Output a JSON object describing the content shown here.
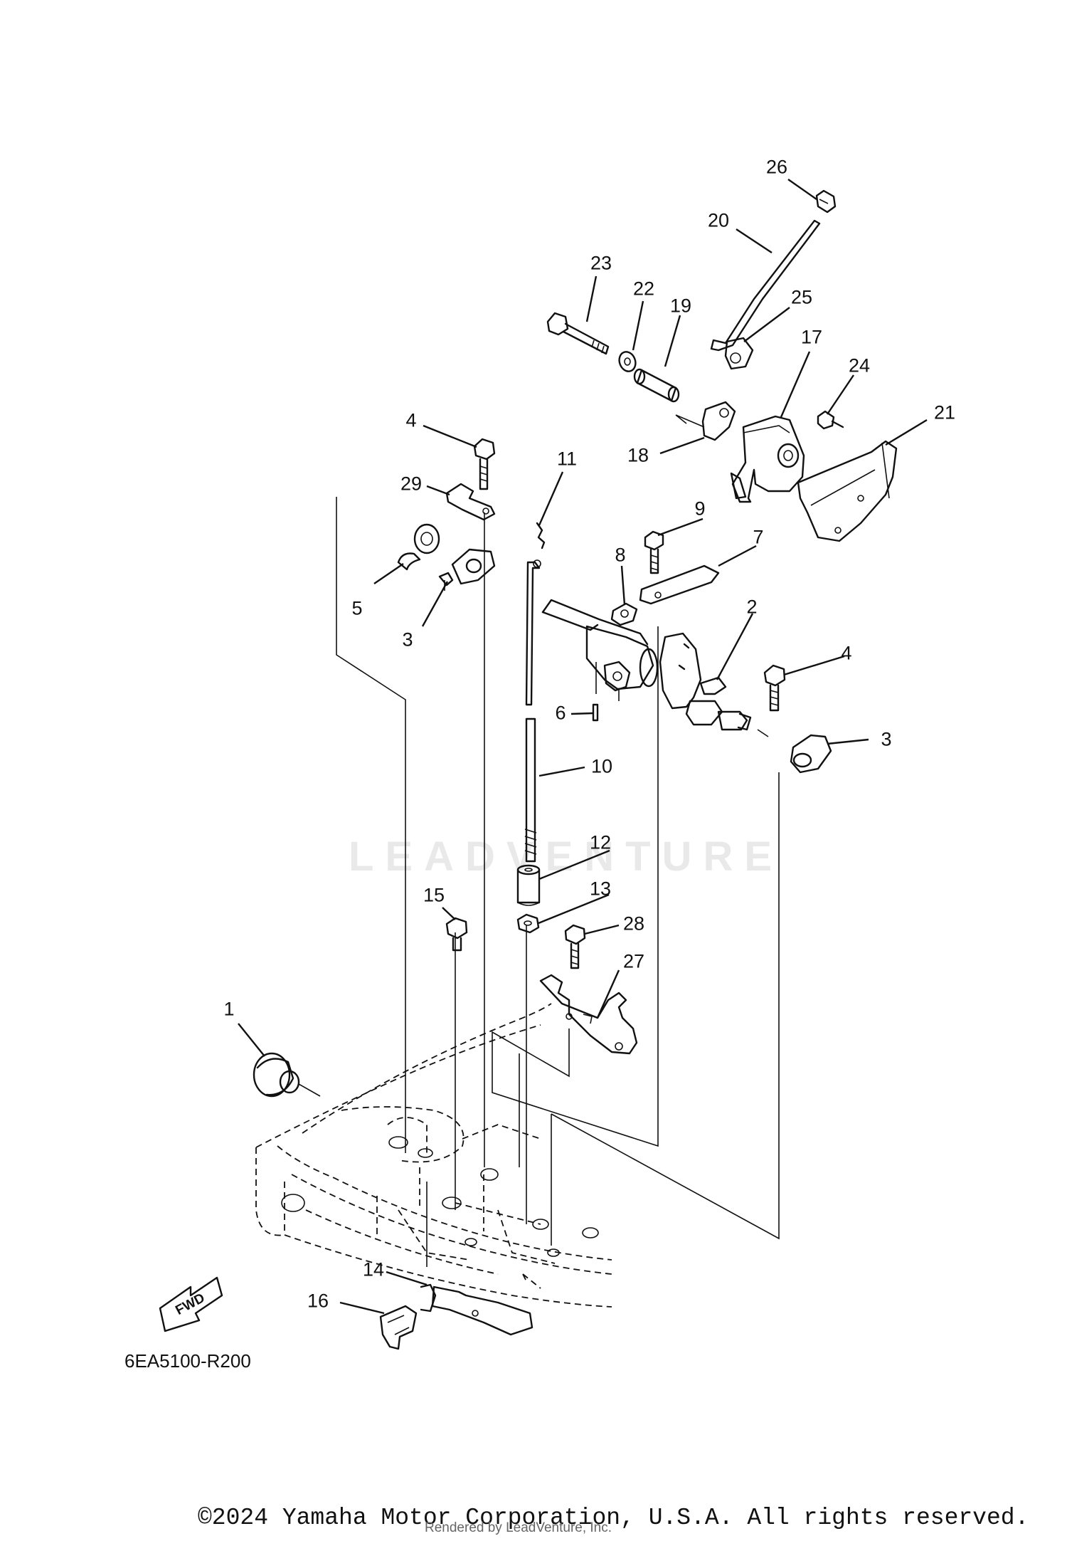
{
  "callouts": [
    {
      "id": "1",
      "label": "1"
    },
    {
      "id": "2",
      "label": "2"
    },
    {
      "id": "3a",
      "label": "3"
    },
    {
      "id": "3b",
      "label": "3"
    },
    {
      "id": "4a",
      "label": "4"
    },
    {
      "id": "4b",
      "label": "4"
    },
    {
      "id": "5",
      "label": "5"
    },
    {
      "id": "6",
      "label": "6"
    },
    {
      "id": "7",
      "label": "7"
    },
    {
      "id": "8",
      "label": "8"
    },
    {
      "id": "9",
      "label": "9"
    },
    {
      "id": "10",
      "label": "10"
    },
    {
      "id": "11",
      "label": "11"
    },
    {
      "id": "12",
      "label": "12"
    },
    {
      "id": "13",
      "label": "13"
    },
    {
      "id": "14",
      "label": "14"
    },
    {
      "id": "15",
      "label": "15"
    },
    {
      "id": "16",
      "label": "16"
    },
    {
      "id": "17",
      "label": "17"
    },
    {
      "id": "18",
      "label": "18"
    },
    {
      "id": "19",
      "label": "19"
    },
    {
      "id": "20",
      "label": "20"
    },
    {
      "id": "21",
      "label": "21"
    },
    {
      "id": "22",
      "label": "22"
    },
    {
      "id": "23",
      "label": "23"
    },
    {
      "id": "24",
      "label": "24"
    },
    {
      "id": "25",
      "label": "25"
    },
    {
      "id": "26",
      "label": "26"
    },
    {
      "id": "27",
      "label": "27"
    },
    {
      "id": "28",
      "label": "28"
    },
    {
      "id": "29",
      "label": "29"
    }
  ],
  "diagram_code": "6EA5100-R200",
  "fwd_label": "FWD",
  "watermark": "LEADVENTURE",
  "copyright": "©2024 Yamaha Motor Corporation, U.S.A. All rights reserved.",
  "rendered_by": "Rendered by LeadVenture, Inc."
}
